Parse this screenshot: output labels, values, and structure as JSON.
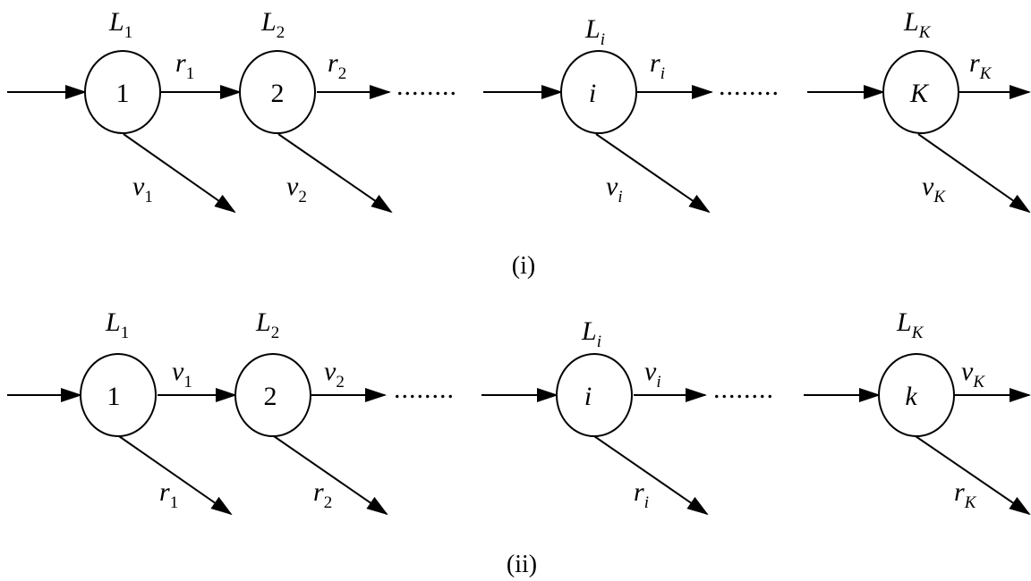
{
  "diagrams": {
    "top": {
      "caption": "(i)",
      "layers": [
        {
          "node": "1",
          "label": "L",
          "label_sub": "1",
          "forward": "r",
          "forward_sub": "1",
          "down": "v",
          "down_sub": "1"
        },
        {
          "node": "2",
          "label": "L",
          "label_sub": "2",
          "forward": "r",
          "forward_sub": "2",
          "down": "v",
          "down_sub": "2"
        },
        {
          "node": "i",
          "label": "L",
          "label_sub": "i",
          "forward": "r",
          "forward_sub": "i",
          "down": "v",
          "down_sub": "i"
        },
        {
          "node": "K",
          "label": "L",
          "label_sub": "K",
          "forward": "r",
          "forward_sub": "K",
          "down": "v",
          "down_sub": "K"
        }
      ],
      "ellipsis": "........"
    },
    "bottom": {
      "caption": "(ii)",
      "layers": [
        {
          "node": "1",
          "label": "L",
          "label_sub": "1",
          "forward": "v",
          "forward_sub": "1",
          "down": "r",
          "down_sub": "1"
        },
        {
          "node": "2",
          "label": "L",
          "label_sub": "2",
          "forward": "v",
          "forward_sub": "2",
          "down": "r",
          "down_sub": "2"
        },
        {
          "node": "i",
          "label": "L",
          "label_sub": "i",
          "forward": "v",
          "forward_sub": "i",
          "down": "r",
          "down_sub": "i"
        },
        {
          "node": "k",
          "label": "L",
          "label_sub": "K",
          "forward": "v",
          "forward_sub": "K",
          "down": "r",
          "down_sub": "K"
        }
      ],
      "ellipsis": "........"
    }
  }
}
